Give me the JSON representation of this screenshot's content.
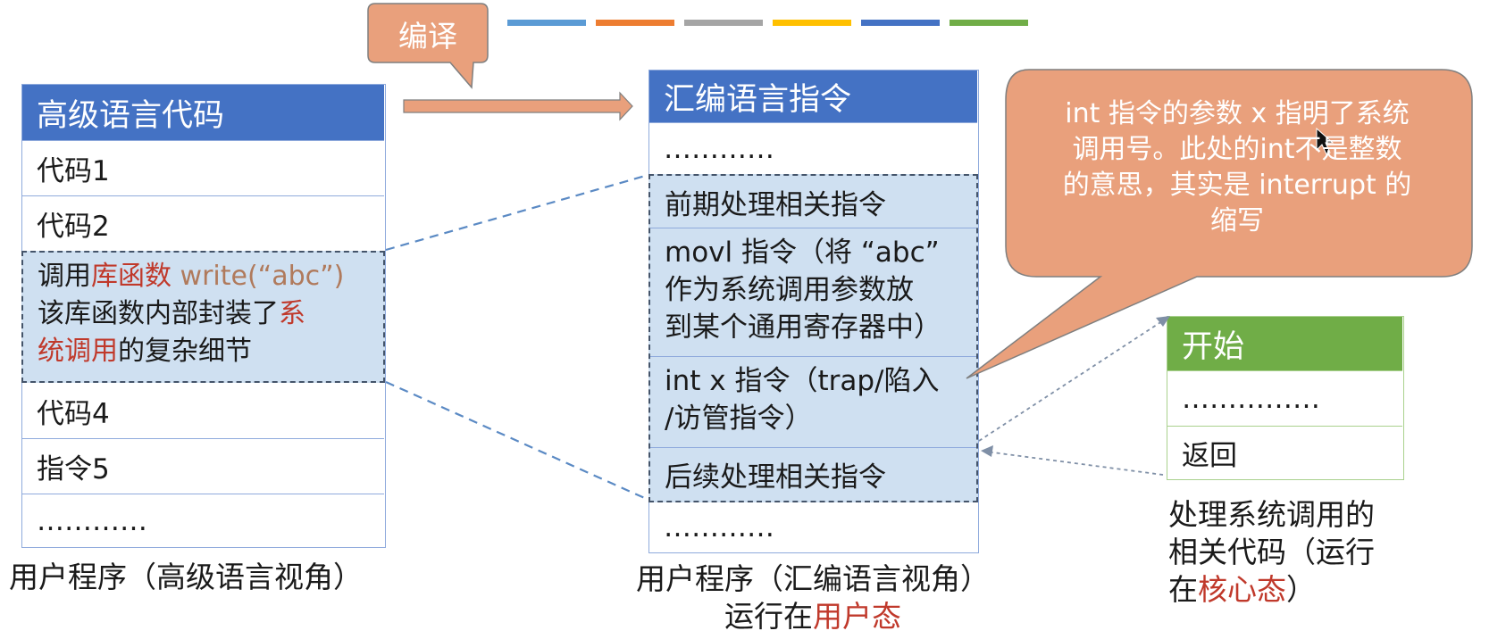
{
  "colors": {
    "header_blue": "#4472c4",
    "header_green": "#70ad47",
    "callout_orange": "#e9a07c",
    "highlight_red": "#c0392b",
    "highlight_brown": "#b07a5c",
    "highlight_fill": "#cfe0f1"
  },
  "legend_bars": [
    "#5b9bd5",
    "#ed7d31",
    "#a5a5a5",
    "#ffc000",
    "#4472c4",
    "#70ad47"
  ],
  "compile_label": "编译",
  "high_level": {
    "header": "高级语言代码",
    "rows": [
      "代码1",
      "代码2"
    ],
    "call": {
      "prefix": "调用",
      "lib": "库函数",
      "func": "write(“abc”)",
      "line2_a": "该库函数内部封装了",
      "line2_b": "系",
      "line3_a": "统调用",
      "line3_b": "的复杂细节"
    },
    "rows_after": [
      "代码4",
      "指令5",
      "…………"
    ],
    "caption": "用户程序（高级语言视角）"
  },
  "assembly": {
    "header": "汇编语言指令",
    "top_dots": "…………",
    "pre": "前期处理相关指令",
    "movl": [
      "movl 指令（将 “abc”",
      "作为系统调用参数放",
      "到某个通用寄存器中）"
    ],
    "intx": [
      "int x 指令（trap/陷入",
      "/访管指令）"
    ],
    "post": "后续处理相关指令",
    "bottom_dots": "…………",
    "caption_line1": "用户程序（汇编语言视角）",
    "caption_line2_a": "运行在",
    "caption_line2_b": "用户态"
  },
  "callout": {
    "lines": [
      "int 指令的参数 x 指明了系统",
      "调用号。此处的int不是整数",
      "的意思，其实是 interrupt 的",
      "缩写"
    ]
  },
  "kernel": {
    "header": "开始",
    "dots": "……………",
    "ret": "返回",
    "caption_line1": "处理系统调用的",
    "caption_line2": "相关代码（运行",
    "caption_line3_a": "在",
    "caption_line3_b": "核心态",
    "caption_line3_c": "）"
  }
}
